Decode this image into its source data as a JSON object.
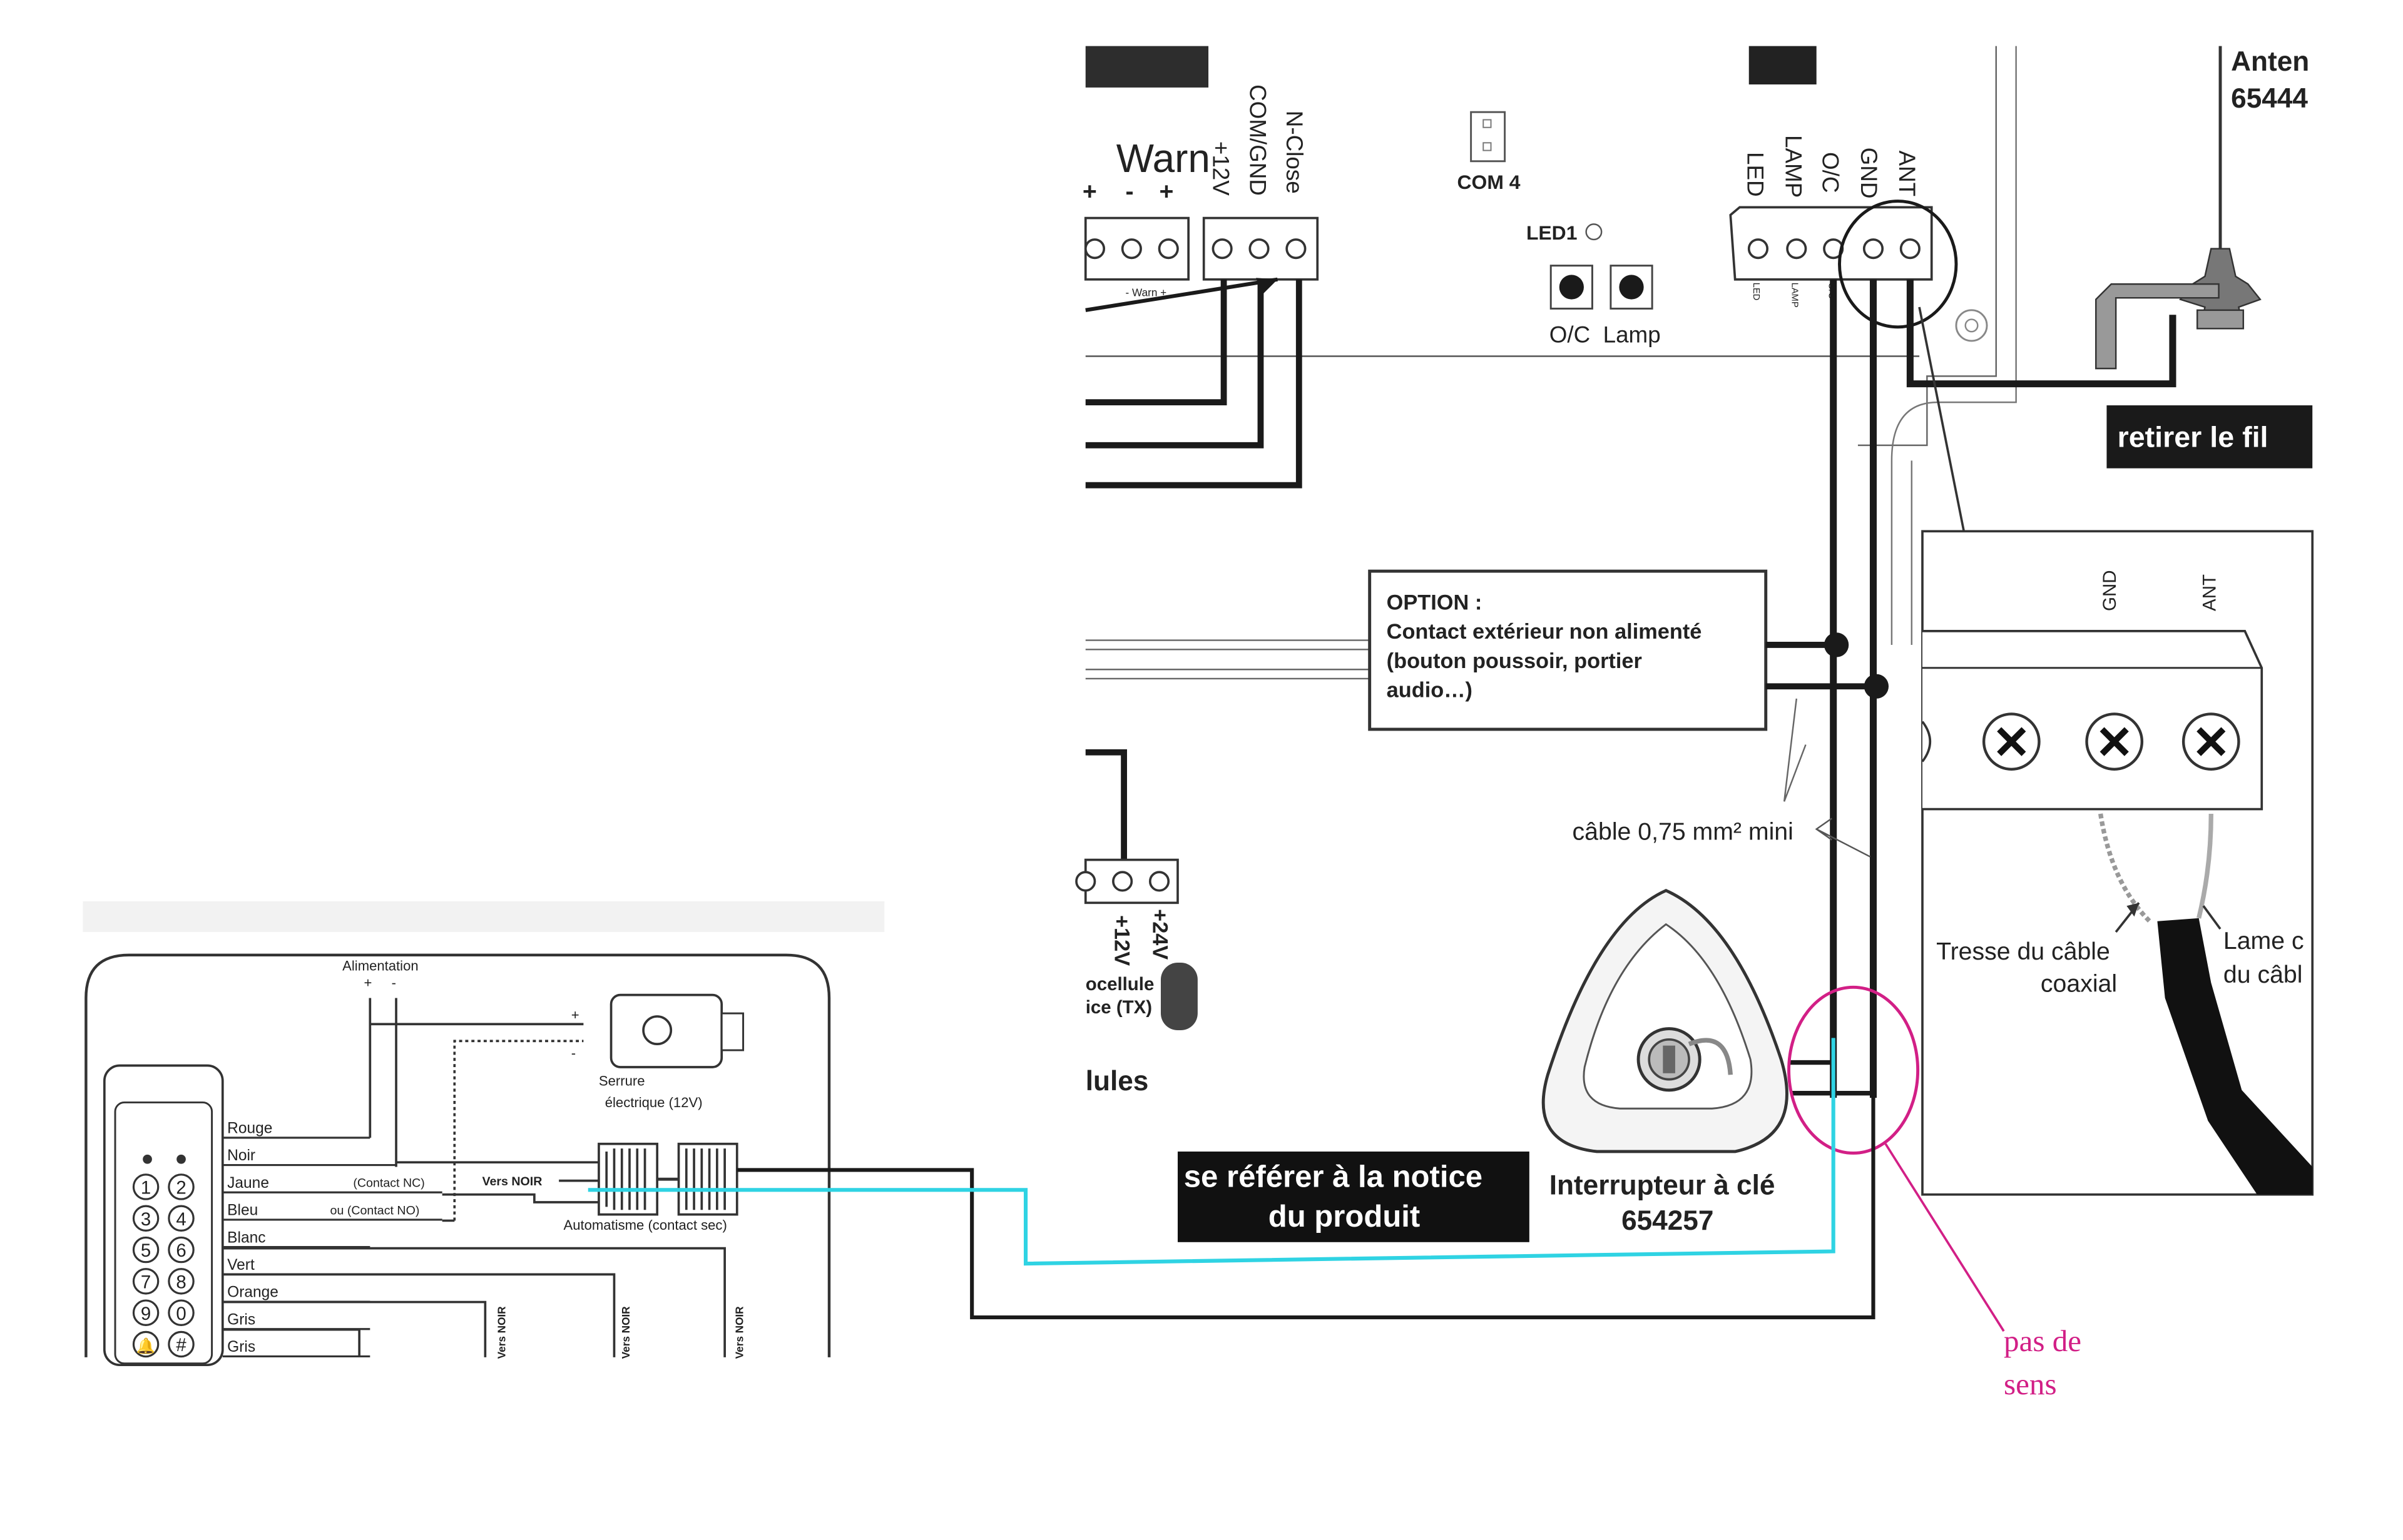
{
  "main_board": {
    "terminal_left": {
      "warn": "Warn",
      "plus1": "+",
      "minus": "-",
      "plus2": "+",
      "sub": "- Warn +"
    },
    "terminal_mid": {
      "p12v": "+12V",
      "comgnd": "COM/GND",
      "nclose": "N-Close"
    },
    "com4": "COM 4",
    "led1": "LED1",
    "buttons": {
      "oc": "O/C",
      "lamp": "Lamp"
    },
    "terminal_right": [
      "LED",
      "LAMP",
      "O/C",
      "GND",
      "ANT"
    ],
    "terminal_right_sub": [
      "LED",
      "LAMP",
      "O/C"
    ],
    "terminal_bottom": {
      "p12v": "+12V",
      "p24v": "+24V"
    },
    "photocell": "ocellule\nice (TX)",
    "cellules": "lules"
  },
  "antenna": {
    "title": "Anten",
    "ref": "65444"
  },
  "retirer_label": "retirer le fil",
  "option_box": {
    "title": "OPTION :",
    "line1": "Contact extérieur non alimenté",
    "line2": "(bouton poussoir, portier",
    "line3": "audio…)"
  },
  "cable_note": "câble 0,75 mm² mini",
  "coax_zoom": {
    "gnd": "GND",
    "ant": "ANT",
    "tresse": [
      "Tresse du câble",
      "coaxial"
    ],
    "lame": [
      "Lame c",
      "du câbl"
    ]
  },
  "notice_label": [
    "se référer à la notice",
    "du produit"
  ],
  "key_switch": {
    "name": "Interrupteur à clé",
    "ref": "654257"
  },
  "annotation": [
    "pas de",
    "sens"
  ],
  "keypad_diagram": {
    "alimentation": "Alimentation",
    "plus": "+",
    "minus": "-",
    "serrure": [
      "Serrure",
      "électrique (12V)"
    ],
    "vers_noir": "Vers NOIR",
    "automatisme": "Automatisme (contact sec)",
    "contact_nc": "(Contact NC)",
    "contact_no": "ou (Contact NO)",
    "wires": [
      "Rouge",
      "Noir",
      "Jaune",
      "Bleu",
      "Blanc",
      "Vert",
      "Orange",
      "Gris",
      "Gris"
    ],
    "keys": [
      "1",
      "2",
      "3",
      "4",
      "5",
      "6",
      "7",
      "8",
      "9",
      "0",
      "🔔",
      "#"
    ],
    "vers_noir_vertical": "Vers NOIR"
  },
  "colors": {
    "cyan_wire": "#2fd3e3",
    "magenta": "#d21f86",
    "black": "#1a1a1a"
  }
}
